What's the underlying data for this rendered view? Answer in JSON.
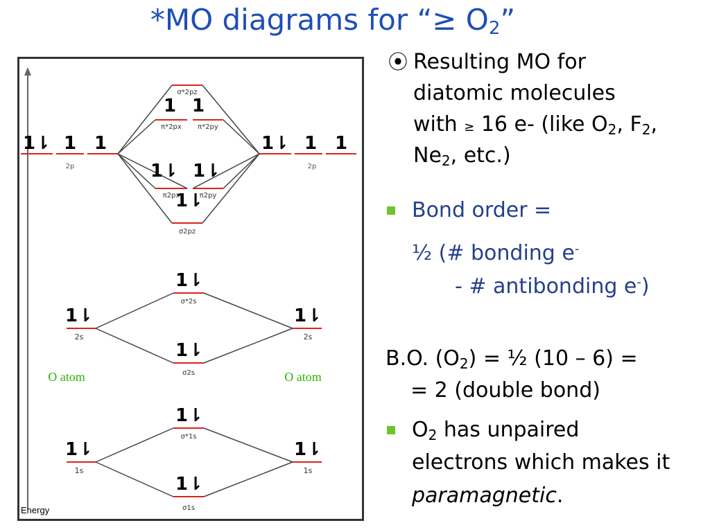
{
  "slide": {
    "title_main": "*MO diagrams for “≥ O",
    "title_sub": "2",
    "title_end": "”"
  },
  "diagram": {
    "energy_label": "Energy",
    "left_atom_label": "O atom",
    "right_atom_label": "O atom",
    "label_color": "#2db400",
    "level_color": "#d9241c",
    "arrow_unpaired": "1",
    "arrow_paired": "1⇂",
    "labels": {
      "p2": "2p",
      "s2": "2s",
      "s1": "1s",
      "sigma2pz_star": "σ*2pz",
      "pi2px_star": "π*2px",
      "pi2py_star": "π*2py",
      "pi2px": "π2px",
      "pi2py": "π2py",
      "sigma2pz": "σ2pz",
      "sigma2s_star": "σ*2s",
      "sigma2s": "σ2s",
      "sigma1s_star": "σ*1s",
      "sigma1s": "σ1s"
    }
  },
  "text": {
    "bullet1_lines": [
      "Resulting MO for",
      "diatomic molecules",
      "with ≥ 16 e- (like O2, F2,",
      "Ne2, etc.)"
    ],
    "bond_order_label": "Bond order =",
    "bond_order_formula_1": "½ (# bonding e",
    "bond_order_formula_2": "- # antibonding e",
    "bo_calc_1": "B.O. (O",
    "bo_calc_1b": ") = ½ (10 – 6) =",
    "bo_calc_2": "= 2 (double bond)",
    "o2_line1": "has unpaired",
    "o2_line2": "electrons which makes it",
    "o2_line3": "paramagnetic",
    "o2_symbol": "O",
    "sub_2": "2",
    "sup_minus": "-",
    "sup_minus_close": "-",
    "close_paren": ")",
    "period": "."
  }
}
